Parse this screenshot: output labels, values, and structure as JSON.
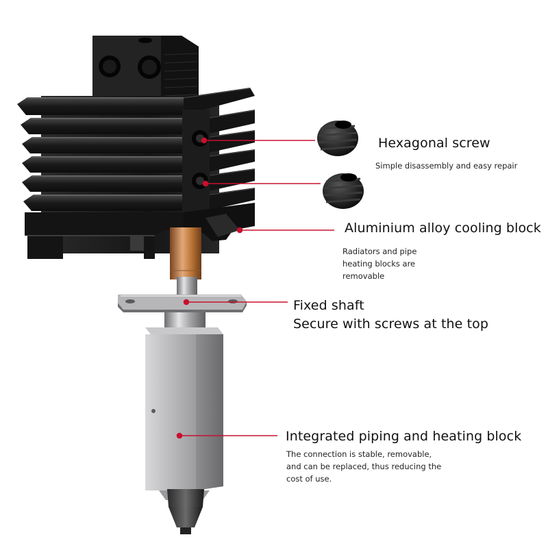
{
  "callouts": {
    "hexagonal_screw": {
      "title": "Hexagonal screw",
      "description": "Simple disassembly and easy repair"
    },
    "cooling_block": {
      "title": "Aluminium alloy cooling block",
      "description": "Radiators and pipe heating blocks are removable"
    },
    "fixed_shaft": {
      "title": "Fixed shaft",
      "subtitle": "Secure with screws at the top"
    },
    "heating_block": {
      "title": "Integrated piping and heating block",
      "description": "The connection is stable, removable, and can be replaced, thus reducing the cost of use."
    }
  },
  "colors": {
    "leader_line": "#c8102e",
    "heatsink": "#1c1c1c",
    "copper": "#b87333",
    "steel": "#a9a9ab"
  }
}
